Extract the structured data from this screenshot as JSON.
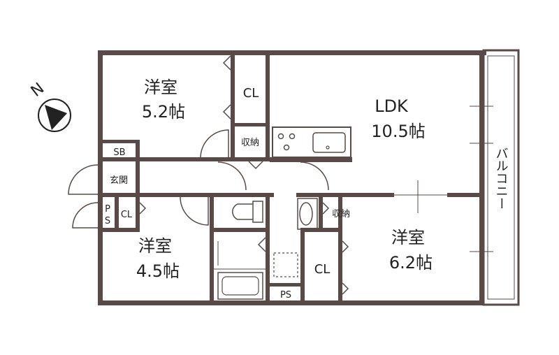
{
  "colors": {
    "wall": "#5a4a47",
    "fixture": "#5a4a47",
    "text": "#222222",
    "background": "#ffffff"
  },
  "compass": {
    "label": "N",
    "icon": "north-arrow-icon"
  },
  "rooms": {
    "western_a": {
      "name": "洋室",
      "size": "5.2帖"
    },
    "ldk": {
      "name": "LDK",
      "size": "10.5帖"
    },
    "western_b": {
      "name": "洋室",
      "size": "4.5帖"
    },
    "western_c": {
      "name": "洋室",
      "size": "6.2帖"
    }
  },
  "labels": {
    "cl_top": "CL",
    "storage_top": "収納",
    "sb": "SB",
    "entrance": "玄関",
    "ps_left_1": "P",
    "ps_left_2": "S",
    "cl_left": "CL",
    "storage_right": "収納",
    "cl_bottom": "CL",
    "ps_bottom": "PS",
    "balcony": "バルコニー"
  }
}
